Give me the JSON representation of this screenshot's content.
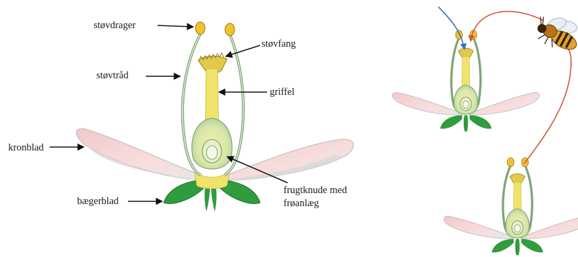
{
  "labels": {
    "stovdrager": "støvdrager",
    "stovfang": "støvfang",
    "stovtrad": "støvtråd",
    "griffel": "griffel",
    "kronblad": "kronblad",
    "frugtknude_line1": "frugtknude med",
    "frugtknude_line2": "frøanlæg",
    "baegerblad": "bægerblad"
  },
  "colors": {
    "petal_pink": "#f1c4c4",
    "petal_shadow": "#d7d7d7",
    "sepal_green": "#2f9c3e",
    "filament_green": "#7fa57a",
    "pistil_yellow": "#f0e36a",
    "anther_yellow": "#f2c12e",
    "ovary_green": "#b9d7a4",
    "pollen_path_red": "#d0553f",
    "pollen_path_blue": "#3b6fc4"
  },
  "icons": [
    "bee-icon"
  ]
}
